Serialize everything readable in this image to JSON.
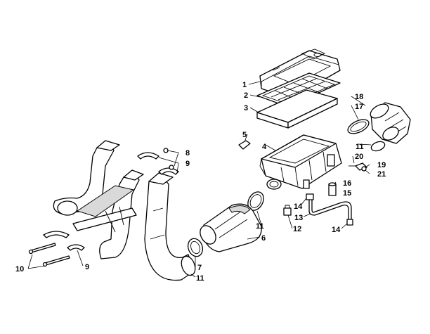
{
  "callouts": [
    {
      "id": "c1",
      "text": "1"
    },
    {
      "id": "c2",
      "text": "2"
    },
    {
      "id": "c3",
      "text": "3"
    },
    {
      "id": "c4",
      "text": "4"
    },
    {
      "id": "c5",
      "text": "5"
    },
    {
      "id": "c6",
      "text": "6"
    },
    {
      "id": "c7",
      "text": "7"
    },
    {
      "id": "c8",
      "text": "8"
    },
    {
      "id": "c9a",
      "text": "9"
    },
    {
      "id": "c9b",
      "text": "9"
    },
    {
      "id": "c10",
      "text": "10"
    },
    {
      "id": "c11a",
      "text": "11"
    },
    {
      "id": "c11b",
      "text": "11"
    },
    {
      "id": "c11c",
      "text": "11"
    },
    {
      "id": "c12",
      "text": "12"
    },
    {
      "id": "c13",
      "text": "13"
    },
    {
      "id": "c14a",
      "text": "14"
    },
    {
      "id": "c14b",
      "text": "14"
    },
    {
      "id": "c15",
      "text": "15"
    },
    {
      "id": "c16",
      "text": "16"
    },
    {
      "id": "c17",
      "text": "17"
    },
    {
      "id": "c18",
      "text": "18"
    },
    {
      "id": "c19",
      "text": "19"
    },
    {
      "id": "c20",
      "text": "20"
    },
    {
      "id": "c21",
      "text": "21"
    }
  ]
}
